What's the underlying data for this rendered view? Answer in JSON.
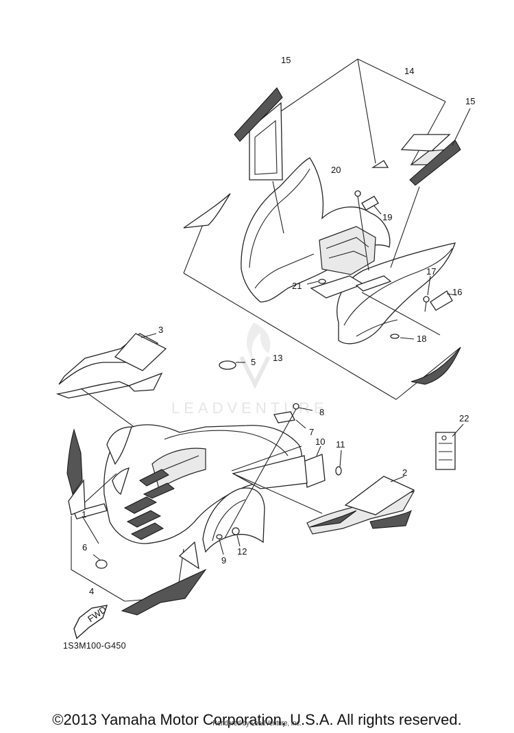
{
  "diagram": {
    "code": "1S3M100-G450",
    "watermark": "LEADVENTURE",
    "callouts": {
      "c1": "1",
      "c2": "2",
      "c3": "3",
      "c4": "4",
      "c5": "5",
      "c6": "6",
      "c7": "7",
      "c8": "8",
      "c9": "9",
      "c10": "10",
      "c11": "11",
      "c12": "12",
      "c13": "13",
      "c14": "14",
      "c15a": "15",
      "c15b": "15",
      "c16": "16",
      "c17": "17",
      "c18": "18",
      "c19": "19",
      "c20": "20",
      "c21": "21",
      "c22": "22"
    },
    "fwd_label": "FWD"
  },
  "footer": {
    "copyright": "©2013 Yamaha Motor Corporation, U.S.A. All rights reserved.",
    "rendered_by": "Rendered by LeadVenture, Inc."
  }
}
